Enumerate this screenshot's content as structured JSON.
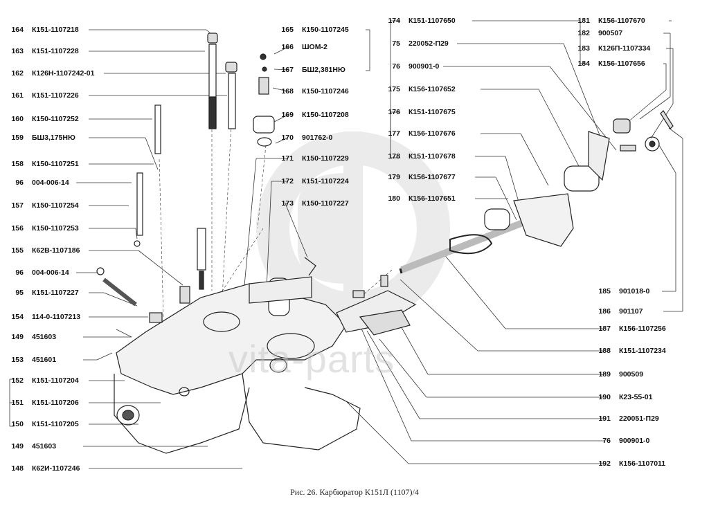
{
  "caption": "Рис. 26. Карбюратор К151Л (1107)/4",
  "watermark": "vita-parts",
  "colors": {
    "ink": "#111111",
    "line": "#333333",
    "watermark": "#c8c8c8"
  },
  "labels_left": [
    {
      "num": "164",
      "code": "К151-1107218"
    },
    {
      "num": "163",
      "code": "К151-1107228"
    },
    {
      "num": "162",
      "code": "К126Н-1107242-01"
    },
    {
      "num": "161",
      "code": "К151-1107226"
    },
    {
      "num": "160",
      "code": "К150-1107252"
    },
    {
      "num": "159",
      "code": "БШ3,175НЮ"
    },
    {
      "num": "158",
      "code": "К150-1107251"
    },
    {
      "num": "96",
      "code": "004-006-14"
    },
    {
      "num": "157",
      "code": "К150-1107254"
    },
    {
      "num": "156",
      "code": "К150-1107253"
    },
    {
      "num": "155",
      "code": "К62В-1107186"
    },
    {
      "num": "96",
      "code": "004-006-14"
    },
    {
      "num": "95",
      "code": "К151-1107227"
    },
    {
      "num": "154",
      "code": "114-0-1107213"
    },
    {
      "num": "149",
      "code": "451603"
    },
    {
      "num": "153",
      "code": "451601"
    },
    {
      "num": "152",
      "code": "К151-1107204"
    },
    {
      "num": "151",
      "code": "К151-1107206"
    },
    {
      "num": "150",
      "code": "К151-1107205"
    },
    {
      "num": "149",
      "code": "451603"
    },
    {
      "num": "148",
      "code": "К62И-1107246"
    }
  ],
  "labels_mid": [
    {
      "num": "165",
      "code": "К150-1107245"
    },
    {
      "num": "166",
      "code": "ШОМ-2"
    },
    {
      "num": "167",
      "code": "БШ2,381НЮ"
    },
    {
      "num": "168",
      "code": "К150-1107246"
    },
    {
      "num": "169",
      "code": "К150-1107208"
    },
    {
      "num": "170",
      "code": "901762-0"
    },
    {
      "num": "171",
      "code": "К150-1107229"
    },
    {
      "num": "172",
      "code": "К151-1107224"
    },
    {
      "num": "173",
      "code": "К150-1107227"
    }
  ],
  "labels_center": [
    {
      "num": "174",
      "code": "К151-1107650"
    },
    {
      "num": "75",
      "code": "220052-П29"
    },
    {
      "num": "76",
      "code": "900901-0"
    },
    {
      "num": "175",
      "code": "К156-1107652"
    },
    {
      "num": "176",
      "code": "К151-1107675"
    },
    {
      "num": "177",
      "code": "К156-1107676"
    },
    {
      "num": "178",
      "code": "К151-1107678"
    },
    {
      "num": "179",
      "code": "К156-1107677"
    },
    {
      "num": "180",
      "code": "К156-1107651"
    }
  ],
  "labels_topright": [
    {
      "num": "181",
      "code": "К156-1107670"
    },
    {
      "num": "182",
      "code": "900507"
    },
    {
      "num": "183",
      "code": "К126П-1107334"
    },
    {
      "num": "184",
      "code": "К156-1107656"
    }
  ],
  "labels_right": [
    {
      "num": "185",
      "code": "901018-0"
    },
    {
      "num": "186",
      "code": "901107"
    },
    {
      "num": "187",
      "code": "К156-1107256"
    },
    {
      "num": "188",
      "code": "К151-1107234"
    },
    {
      "num": "189",
      "code": "900509"
    },
    {
      "num": "190",
      "code": "К23-55-01"
    },
    {
      "num": "191",
      "code": "220051-П29"
    },
    {
      "num": "76",
      "code": "900901-0"
    },
    {
      "num": "192",
      "code": "К156-1107011"
    }
  ]
}
